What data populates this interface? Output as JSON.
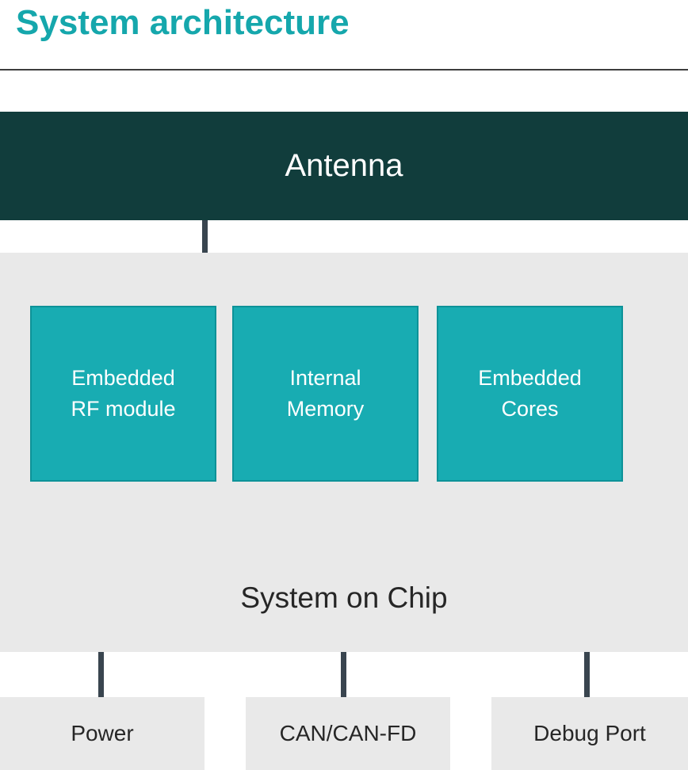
{
  "title": "System architecture",
  "colors": {
    "accent_teal": "#15a7ac",
    "banner_dark_teal": "#113d3c",
    "module_teal": "#18acb2",
    "module_border": "#0d9298",
    "panel_gray": "#e9e9e9",
    "connector_dark": "#39454f",
    "text_dark": "#262626",
    "text_light": "#ffffff"
  },
  "diagram": {
    "antenna": {
      "label": "Antenna"
    },
    "soc": {
      "label": "System on Chip",
      "modules": [
        {
          "label": "Embedded\nRF module"
        },
        {
          "label": "Internal\nMemory"
        },
        {
          "label": "Embedded\nCores"
        }
      ]
    },
    "peripherals": [
      {
        "label": "Power"
      },
      {
        "label": "CAN/CAN-FD"
      },
      {
        "label": "Debug Port"
      }
    ]
  }
}
